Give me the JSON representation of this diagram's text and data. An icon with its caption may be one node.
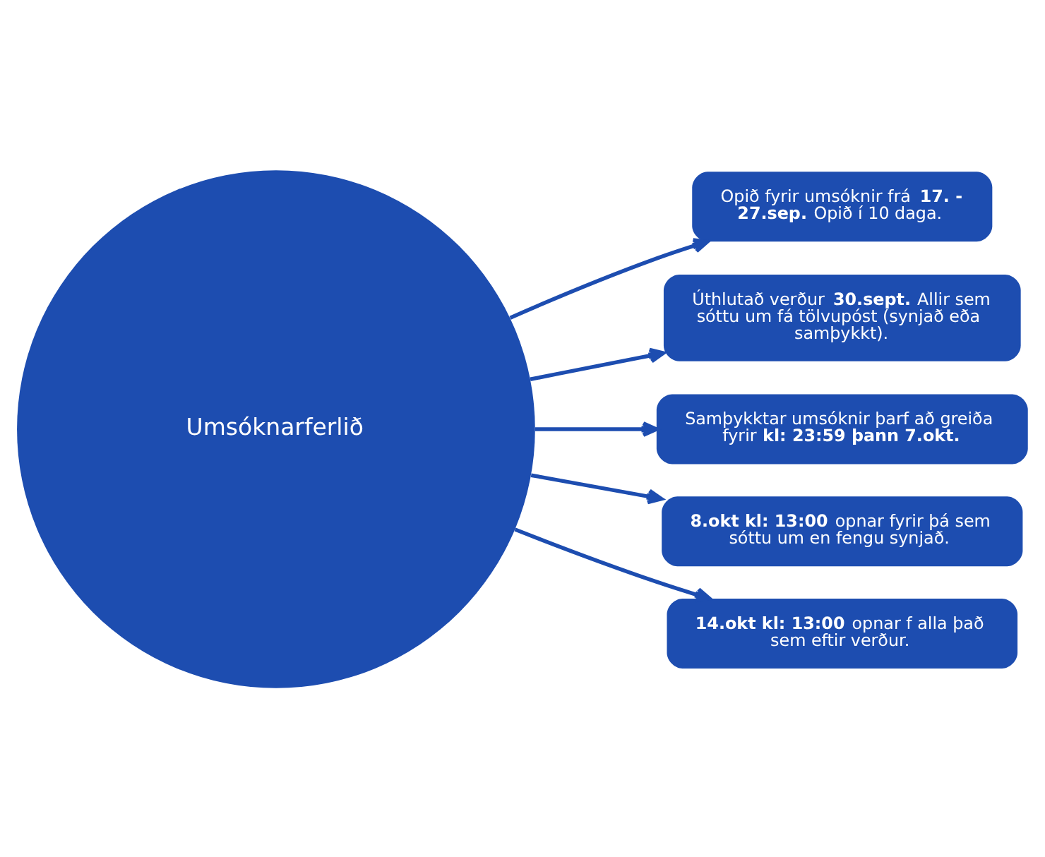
{
  "diagram": {
    "nodes": [
      {
        "text": [
          "Umsóknarferlið"
        ]
      },
      {
        "text": [
          "Opið fyrir umsóknir frá **17. - 27.sep.** Opið í 10 daga."
        ]
      },
      {
        "text": [
          "Úthlutað verður **30.sept.** Allir sem sóttu um fá tölvupóst (synjað eða samþykkt)."
        ]
      },
      {
        "text": [
          "Samþykktar umsóknir þarf að greiða fyrir **kl: 23:59 þann 7.okt.**"
        ]
      },
      {
        "text": [
          "**8.okt kl: 13:00** opnar fyrir þá sem sóttu um en fengu synjað."
        ]
      },
      {
        "text": [
          "**14.okt kl: 13:00** opnar f alla það sem eftir verður."
        ]
      }
    ],
    "edges": [
      {
        "from": 0,
        "to": 1,
        "arrow": "to"
      },
      {
        "from": 0,
        "to": 2,
        "arrow": "to"
      },
      {
        "from": 0,
        "to": 3,
        "arrow": "to"
      },
      {
        "from": 0,
        "to": 4,
        "arrow": "to"
      },
      {
        "from": 0,
        "to": 5,
        "arrow": "to"
      }
    ]
  }
}
